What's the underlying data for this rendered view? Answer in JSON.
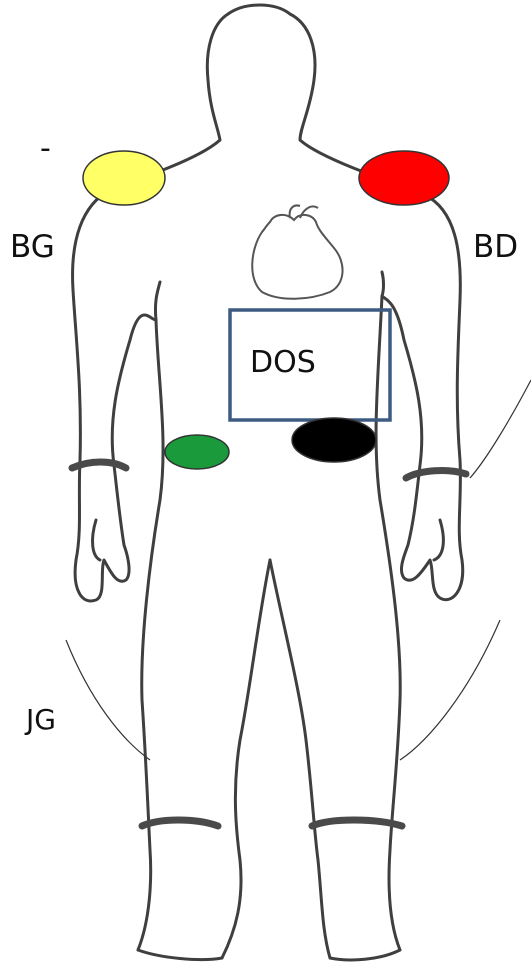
{
  "labels": {
    "minus": "-",
    "bg": "BG",
    "bd": "BD",
    "jg": "JG",
    "dos": "DOS"
  },
  "electrodes": {
    "left_shoulder": {
      "color": "#ffff66"
    },
    "right_shoulder": {
      "color": "#ff0000"
    },
    "left_hip": {
      "color": "#1a9a3a"
    },
    "right_hip": {
      "color": "#000000"
    }
  },
  "box": {
    "stroke": "#3d5a80"
  }
}
